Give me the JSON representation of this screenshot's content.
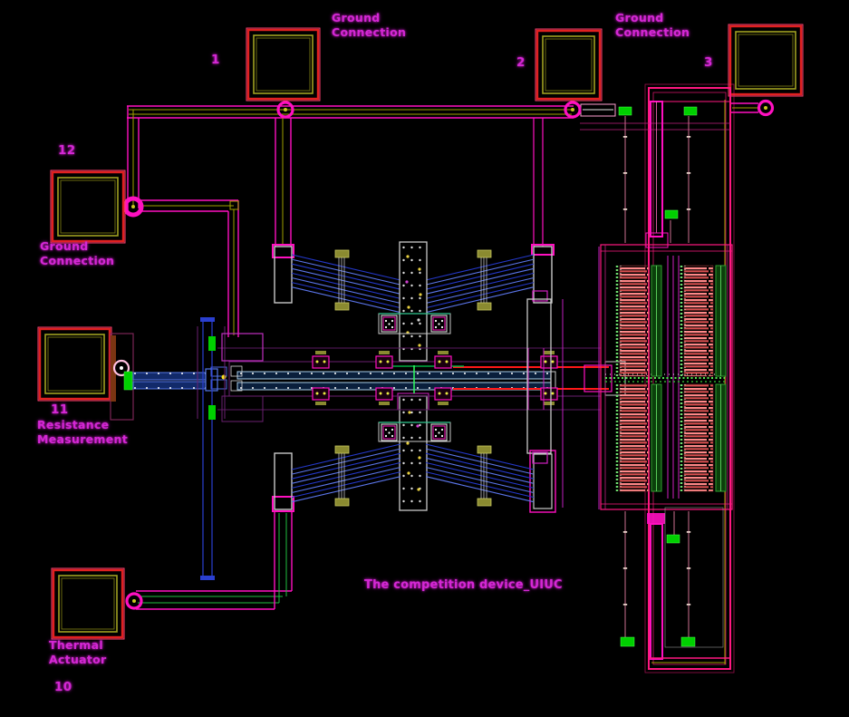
{
  "title": "The competition device_UIUC",
  "labels": {
    "ground_top_center": [
      "Ground",
      "Connection"
    ],
    "ground_top_right": [
      "Ground",
      "Connection"
    ],
    "ground_left": [
      "Ground",
      "Connection"
    ],
    "resistance": [
      "Resistance",
      "Measurement"
    ],
    "thermal": [
      "Thermal",
      "Actuator"
    ],
    "pad_numbers": {
      "p1": "1",
      "p2": "2",
      "p3": "3",
      "p10": "10",
      "p11": "11",
      "p12": "12"
    }
  },
  "colors": {
    "background": "#000000",
    "wire_magenta": "#ff10c0",
    "frame_pink": "#ff1880",
    "pad_border_red": "#e02020",
    "pad_border_olive": "#a0a020",
    "anchor_green": "#00d000",
    "beam_blue": "#2a3fd0",
    "beam_cyan": "#a8cce8",
    "red_rail": "#ff1818",
    "label_magenta": "#d428d4",
    "structure_gray": "#c8c8c8",
    "dim_purple": "#6a2070",
    "comb_finger_salmon": "#ff8888"
  }
}
